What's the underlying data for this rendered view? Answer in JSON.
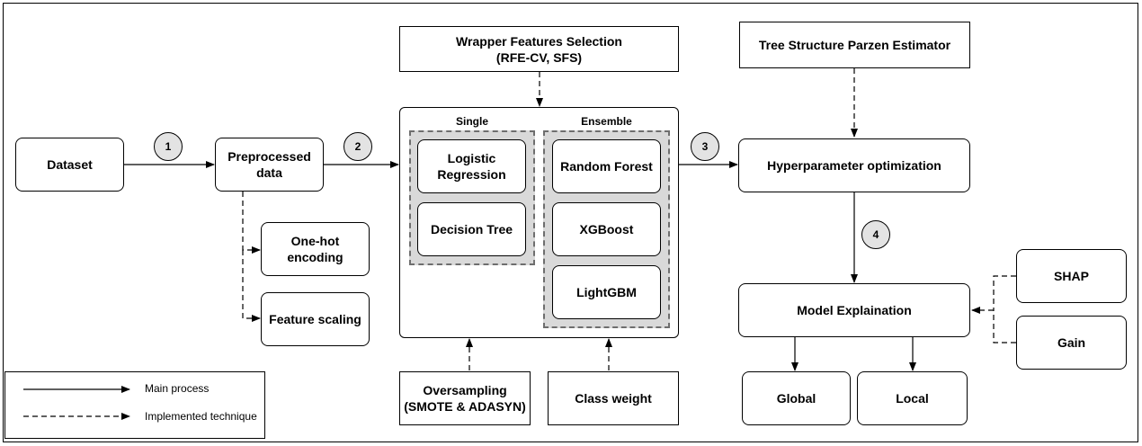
{
  "nodes": {
    "dataset": "Dataset",
    "preprocessed": "Preprocessed data",
    "onehot": "One-hot encoding",
    "scaling": "Feature scaling",
    "wrapper_title": "Wrapper Features Selection",
    "wrapper_sub": "(RFE-CV, SFS)",
    "tpe": "Tree Structure Parzen Estimator",
    "hyperopt": "Hyperparameter optimization",
    "explain": "Model Explaination",
    "shap": "SHAP",
    "gain": "Gain",
    "global": "Global",
    "local": "Local",
    "oversampling_title": "Oversampling",
    "oversampling_sub": "(SMOTE & ADASYN)",
    "classweight": "Class weight"
  },
  "models": {
    "single_title": "Single",
    "ensemble_title": "Ensemble",
    "single": [
      "Logistic Regression",
      "Decision Tree"
    ],
    "ensemble": [
      "Random Forest",
      "XGBoost",
      "LightGBM"
    ]
  },
  "steps": [
    "1",
    "2",
    "3",
    "4"
  ],
  "legend": {
    "main": "Main process",
    "implemented": "Implemented technique"
  },
  "colors": {
    "group_fill": "#d9d9d9",
    "step_fill": "#e3e3e3",
    "line": "#000000"
  }
}
